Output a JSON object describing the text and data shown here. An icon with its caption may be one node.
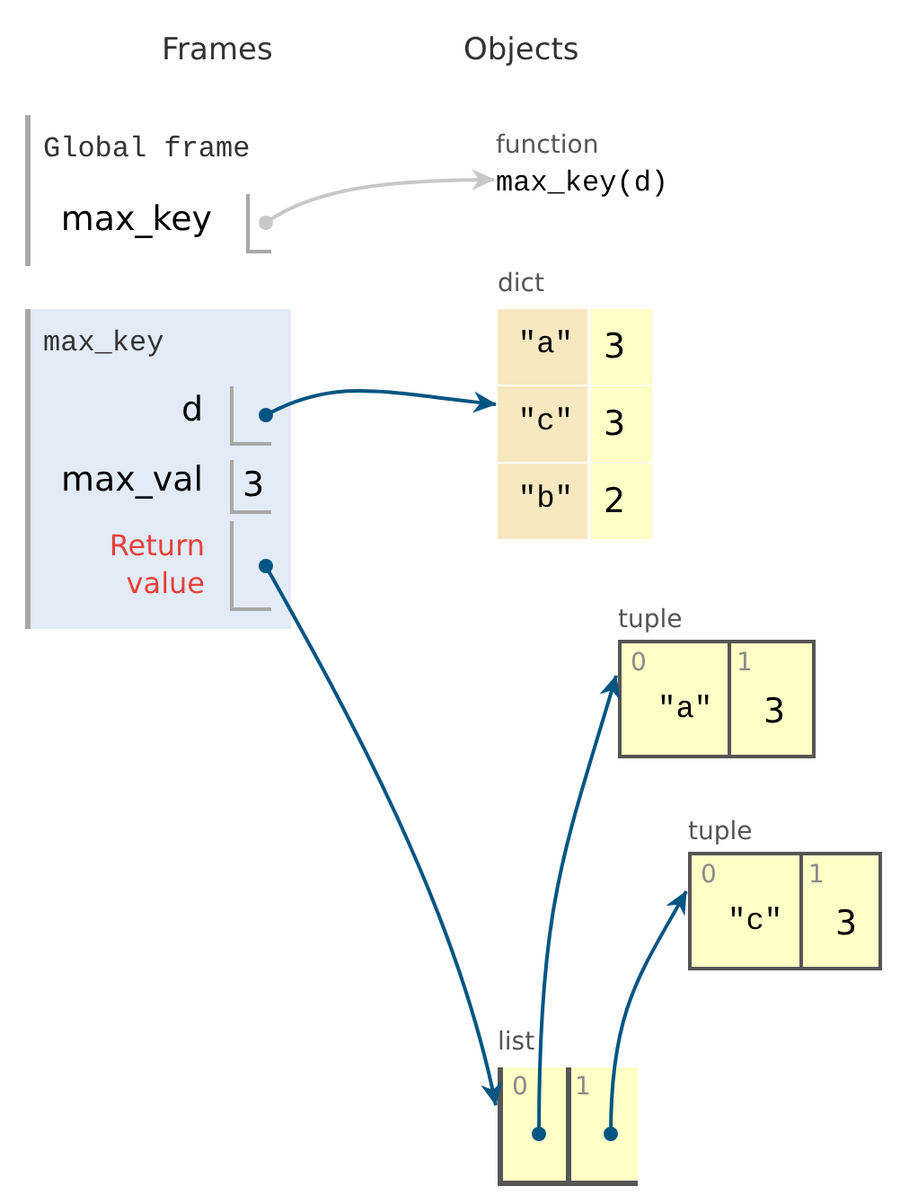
{
  "diagram": {
    "nodes": [
      {
        "text": [
          "Global frame"
        ]
      },
      {
        "text": [],
        "shape": "box",
        "in": 0,
        "beside": [
          "max_key"
        ]
      },
      {
        "text": [
          "max_key"
        ]
      },
      {
        "text": [],
        "shape": "box",
        "in": 2,
        "beside": [
          "d"
        ]
      },
      {
        "text": [
          "3"
        ],
        "in": 2,
        "beside": [
          "max_val"
        ]
      },
      {
        "text": [],
        "shape": "box",
        "in": 2,
        "beside": [
          "Return value"
        ]
      },
      {
        "text": [
          "function",
          "max_key(d)"
        ]
      },
      {
        "text": [
          "dict"
        ]
      },
      {
        "text": [
          "\"a\""
        ],
        "in": 7
      },
      {
        "text": [
          "3"
        ],
        "in": 7
      },
      {
        "text": [
          "\"c\""
        ],
        "in": 7
      },
      {
        "text": [
          "3"
        ],
        "in": 7
      },
      {
        "text": [
          "\"b\""
        ],
        "in": 7
      },
      {
        "text": [
          "2"
        ],
        "in": 7
      },
      {
        "text": [
          "tuple"
        ]
      },
      {
        "text": [
          "0",
          "\"a\""
        ],
        "in": 14
      },
      {
        "text": [
          "1",
          "3"
        ],
        "in": 14
      },
      {
        "text": [
          "tuple"
        ]
      },
      {
        "text": [
          "0",
          "\"c\""
        ],
        "in": 17
      },
      {
        "text": [
          "1",
          "3"
        ],
        "in": 17
      },
      {
        "text": [
          "list"
        ]
      },
      {
        "text": [
          "0"
        ],
        "in": 20
      },
      {
        "text": [
          "1"
        ],
        "in": 20
      }
    ],
    "edges": [
      {
        "from": 1,
        "to": 6,
        "arrow": "to",
        "color": "#c8c8c8"
      },
      {
        "from": 3,
        "to": 7,
        "arrow": "to"
      },
      {
        "from": 5,
        "to": 20,
        "arrow": "to"
      },
      {
        "from": 21,
        "to": 14,
        "arrow": "to"
      },
      {
        "from": 22,
        "to": 17,
        "arrow": "to"
      }
    ],
    "labels": [
      "Frames",
      "Objects"
    ]
  }
}
